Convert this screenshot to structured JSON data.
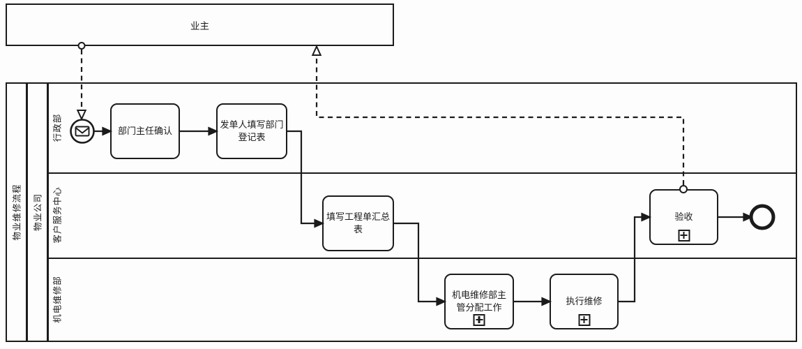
{
  "colors": {
    "stroke": "#1b1b1b",
    "canvas": "#fdfdfd"
  },
  "pools": {
    "owner": {
      "label": "业主"
    },
    "process": {
      "label": "物业维修流程"
    },
    "company": {
      "label": "物业公司"
    }
  },
  "lanes": [
    {
      "label": "行政部"
    },
    {
      "label": "客户服务中心"
    },
    {
      "label": "机电维修部"
    }
  ],
  "tasks": {
    "confirm": {
      "label": "部门主任确认"
    },
    "register": {
      "label": "发单人填写部门\n登记表"
    },
    "summary": {
      "label": "填写工程单汇总\n表"
    },
    "assign": {
      "label": "机电维修部主\n管分配工作"
    },
    "repair": {
      "label": "执行维修"
    },
    "accept": {
      "label": "验收"
    }
  },
  "icons": {
    "start_event": "envelope-message-icon",
    "subprocess": "plus-icon"
  }
}
